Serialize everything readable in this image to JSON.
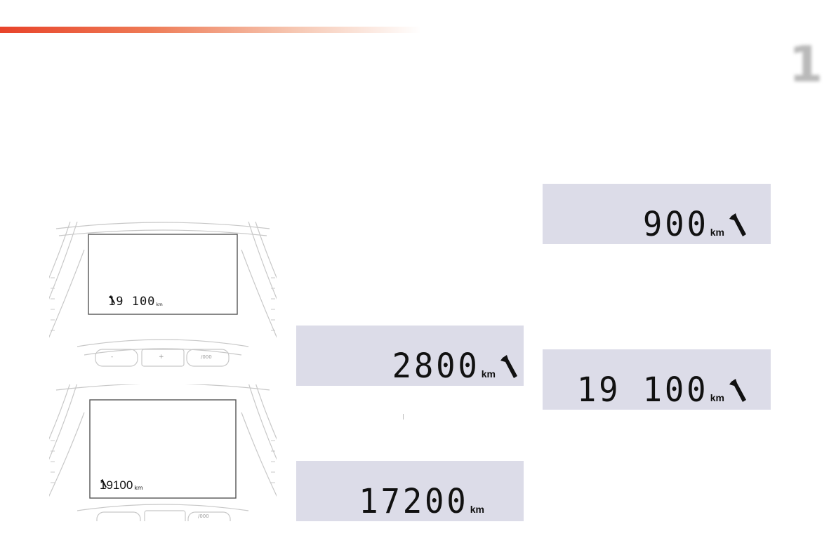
{
  "page": {
    "chapter_number": "1",
    "accent_color": "#e8432a"
  },
  "dashboards": [
    {
      "reading": "19 100",
      "unit": "km",
      "icon": "wrench-icon",
      "buttons": [
        "-",
        "+",
        "/000"
      ]
    },
    {
      "reading": "19100",
      "unit": "km",
      "icon": "wrench-icon",
      "buttons": [
        "/000"
      ]
    }
  ],
  "panels": [
    {
      "reading": "2800",
      "unit": "km",
      "icon": "wrench-icon"
    },
    {
      "reading": "17200",
      "unit": "km",
      "icon": ""
    },
    {
      "reading": "900",
      "unit": "km",
      "icon": "wrench-icon"
    },
    {
      "reading": "19 100",
      "unit": "km",
      "icon": "wrench-icon"
    }
  ],
  "colors": {
    "lcd_background": "#dcdce8",
    "digit_color": "#111111",
    "cluster_outline": "#c8c8c8"
  }
}
